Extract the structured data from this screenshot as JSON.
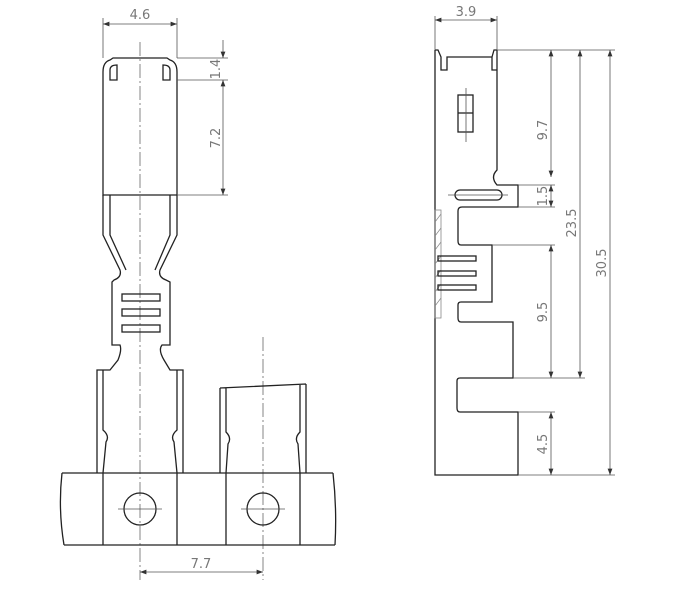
{
  "drawing": {
    "front_view": {
      "width_label": "4.6",
      "tip_label": "1.4",
      "box_label": "7.2",
      "pitch_label": "7.7"
    },
    "side_view": {
      "thickness_label": "3.9",
      "top_to_slot_label": "9.7",
      "slot_label": "1.5",
      "contact_length_label": "23.5",
      "overall_length_label": "30.5",
      "crimp_label": "9.5",
      "carrier_label": "4.5"
    }
  }
}
